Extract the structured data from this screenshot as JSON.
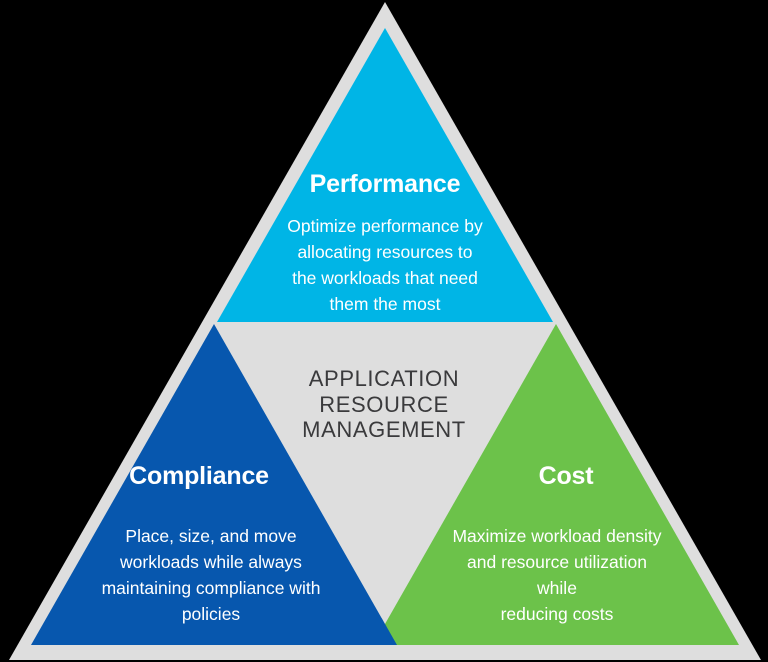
{
  "page": {
    "background_color": "#000000"
  },
  "diagram": {
    "frame": {
      "fill": "#dedede"
    },
    "center_label": {
      "lines": [
        "APPLICATION",
        "RESOURCE",
        "MANAGEMENT"
      ],
      "text_color": "#3a3a3c"
    },
    "sections": [
      {
        "id": "performance",
        "label": "Performance",
        "description": [
          "Optimize performance by",
          "allocating resources to",
          "the workloads that need",
          "them the most"
        ],
        "fill": "#00b5e6",
        "text_color": "#ffffff"
      },
      {
        "id": "compliance",
        "label": "Compliance",
        "description": [
          "Place, size, and move",
          "workloads while always",
          "maintaining compliance with",
          "policies"
        ],
        "fill": "#0757ae",
        "text_color": "#ffffff"
      },
      {
        "id": "cost",
        "label": "Cost",
        "description": [
          "Maximize workload density",
          "and resource utilization while",
          "reducing costs"
        ],
        "fill": "#6cc24a",
        "text_color": "#ffffff"
      }
    ]
  }
}
